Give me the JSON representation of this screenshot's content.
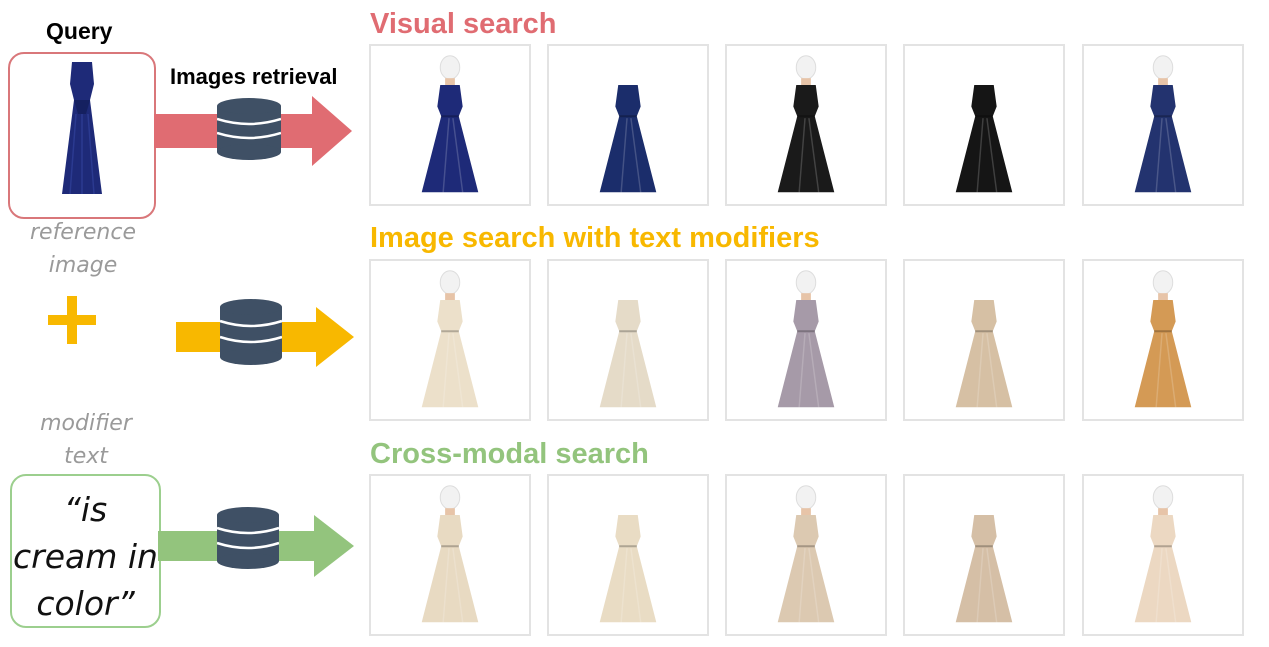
{
  "query": {
    "title": "Query",
    "reference_caption": [
      "reference",
      "image"
    ],
    "modifier_caption": [
      "modifier",
      "text"
    ],
    "modifier_text": [
      "“is",
      "cream in",
      "color”"
    ]
  },
  "retrieval": {
    "label": "Images retrieval"
  },
  "colors": {
    "visual": "#e06c72",
    "modifier": "#f8b800",
    "cross": "#93c47d",
    "database": "#3f5065"
  },
  "rows": [
    {
      "key": "visual",
      "title": "Visual search",
      "items": [
        {
          "dress": "navy-strapless-gown",
          "color": "#1e2a78"
        },
        {
          "dress": "navy-satin-gown",
          "color": "#1b2d6b"
        },
        {
          "dress": "black-white-gown-model",
          "color": "#1a1a1a"
        },
        {
          "dress": "black-chiffon-gown",
          "color": "#151515"
        },
        {
          "dress": "navy-one-shoulder-gown-model",
          "color": "#23336f"
        }
      ]
    },
    {
      "key": "modifier",
      "title": "Image search with text modifiers",
      "items": [
        {
          "dress": "cream-strapless-gown-model",
          "color": "#ece0ca"
        },
        {
          "dress": "cream-ball-gown",
          "color": "#e5dbc8"
        },
        {
          "dress": "lilac-v-neck-gown",
          "color": "#a69aa8"
        },
        {
          "dress": "champagne-one-shoulder-gown-model",
          "color": "#d6c0a4"
        },
        {
          "dress": "gold-pleated-gown",
          "color": "#d49a55"
        }
      ]
    },
    {
      "key": "cross",
      "title": "Cross-modal search",
      "items": [
        {
          "dress": "cream-wedding-gown",
          "color": "#e8dac2"
        },
        {
          "dress": "cream-short-dress-model",
          "color": "#e9dcc4"
        },
        {
          "dress": "beige-bodycon-dress-model",
          "color": "#dcc9b1"
        },
        {
          "dress": "beige-high-low-dress-model",
          "color": "#d5bfa6"
        },
        {
          "dress": "nude-tube-dress-model",
          "color": "#ecd8c2"
        }
      ]
    }
  ]
}
